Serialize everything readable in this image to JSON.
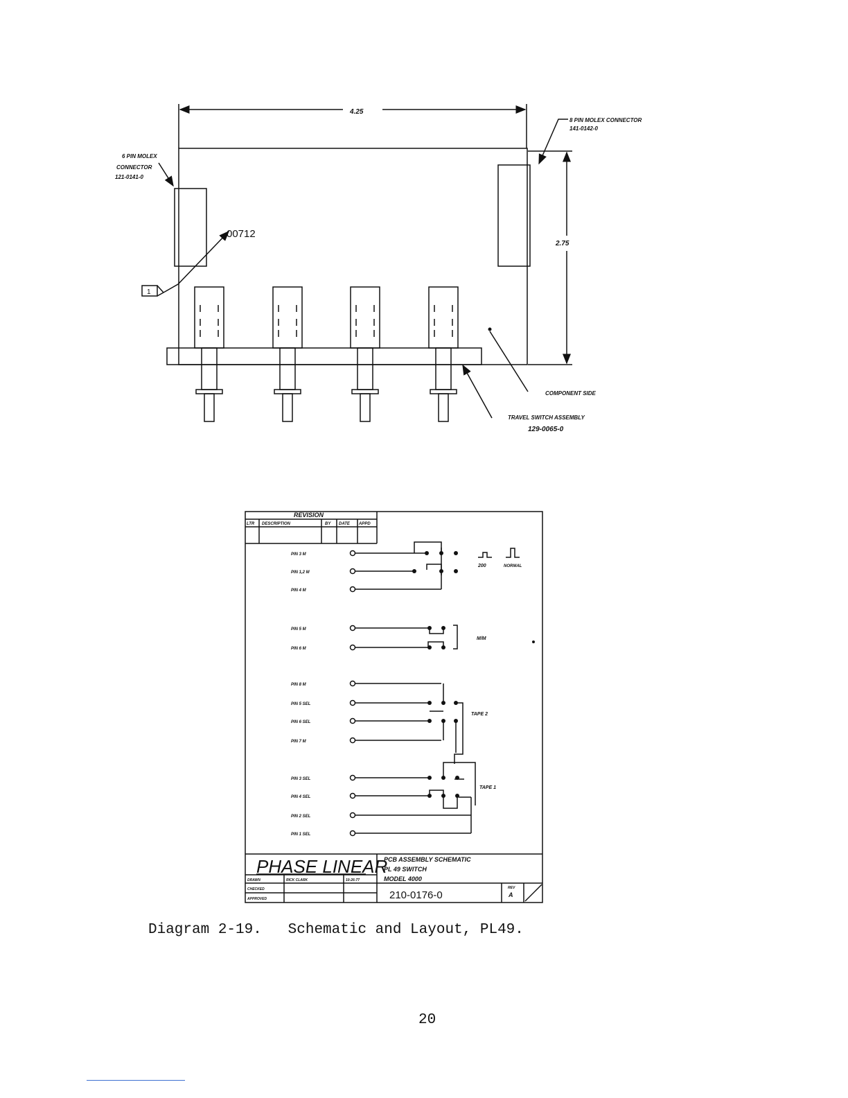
{
  "layout": {
    "width_label": "4.25",
    "height_label": "2.75",
    "molex6_line1": "6 PIN MOLEX",
    "molex6_line2": "CONNECTOR",
    "molex6_part": "121-0141-0",
    "molex8_line1": "8 PIN MOLEX  CONNECTOR",
    "molex8_part": "141-0142-0",
    "board_id": "00712",
    "callout": "1",
    "component_side": "COMPONENT   SIDE",
    "travel_switch": "TRAVEL  SWITCH  ASSEMBLY",
    "travel_part": "129-0065-0"
  },
  "schematic": {
    "revision_title": "REVISION",
    "rev_headers": [
      "LTR",
      "DESCRIPTION",
      "BY",
      "DATE",
      "APPD"
    ],
    "pins": [
      "PIN  3  M",
      "PIN  1,2  M",
      "PIN  4  M",
      "PIN  5  M",
      "PIN  6  M",
      "PIN  8  M",
      "PIN  5  SEL",
      "PIN  6  SEL",
      "PIN  7  M",
      "PIN  3  SEL",
      "PIN  4  SEL",
      "PIN  2  SEL",
      "PIN  1  SEL"
    ],
    "label_200": "200",
    "label_normal": "NORMAL",
    "label_mid": "M/M",
    "label_tape2": "TAPE  2",
    "label_tape1": "TAPE  1",
    "company": "PHASE LINEAR",
    "title_1": "PCB   ASSEMBLY      SCHEMATIC",
    "title_2": "PL 49   SWITCH",
    "title_3": "MODEL   4000",
    "drawn_label": "DRAWN",
    "drawn_by": "RICK  CLARK",
    "drawn_date": "10-26-77",
    "checked_label": "CHECKED",
    "approved_label": "APPROVED",
    "dwg_number": "210-0176-0",
    "rev_label": "REV",
    "rev_value": "A"
  },
  "caption": "Diagram 2-19.   Schematic and Layout, PL49.",
  "page_number": "20"
}
